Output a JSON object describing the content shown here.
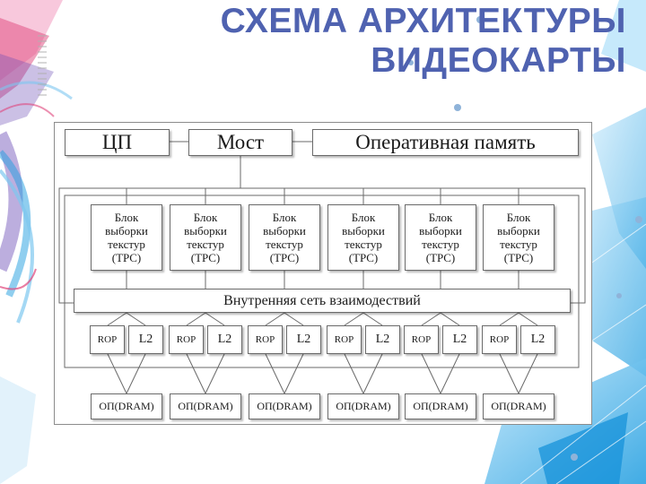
{
  "slide": {
    "title_line1": "СХЕМА АРХИТЕКТУРЫ",
    "title_line2": "ВИДЕОКАРТЫ"
  },
  "diagram": {
    "top_row": [
      "ЦП",
      "Мост",
      "Оперативная память"
    ],
    "tpc_lines": [
      "Блок",
      "выборки",
      "текстур",
      "(TPC)"
    ],
    "interconnect": "Внутренняя сеть взаимодествий",
    "rop_label": "ROP",
    "l2_label": "L2",
    "dram_label": "ОП(DRAM)",
    "unit_count": 6
  },
  "colors": {
    "title": "#4f62b0",
    "accent_blue": "#2aa7e6",
    "accent_pink": "#e0457b",
    "accent_purple": "#6b4bb5"
  }
}
